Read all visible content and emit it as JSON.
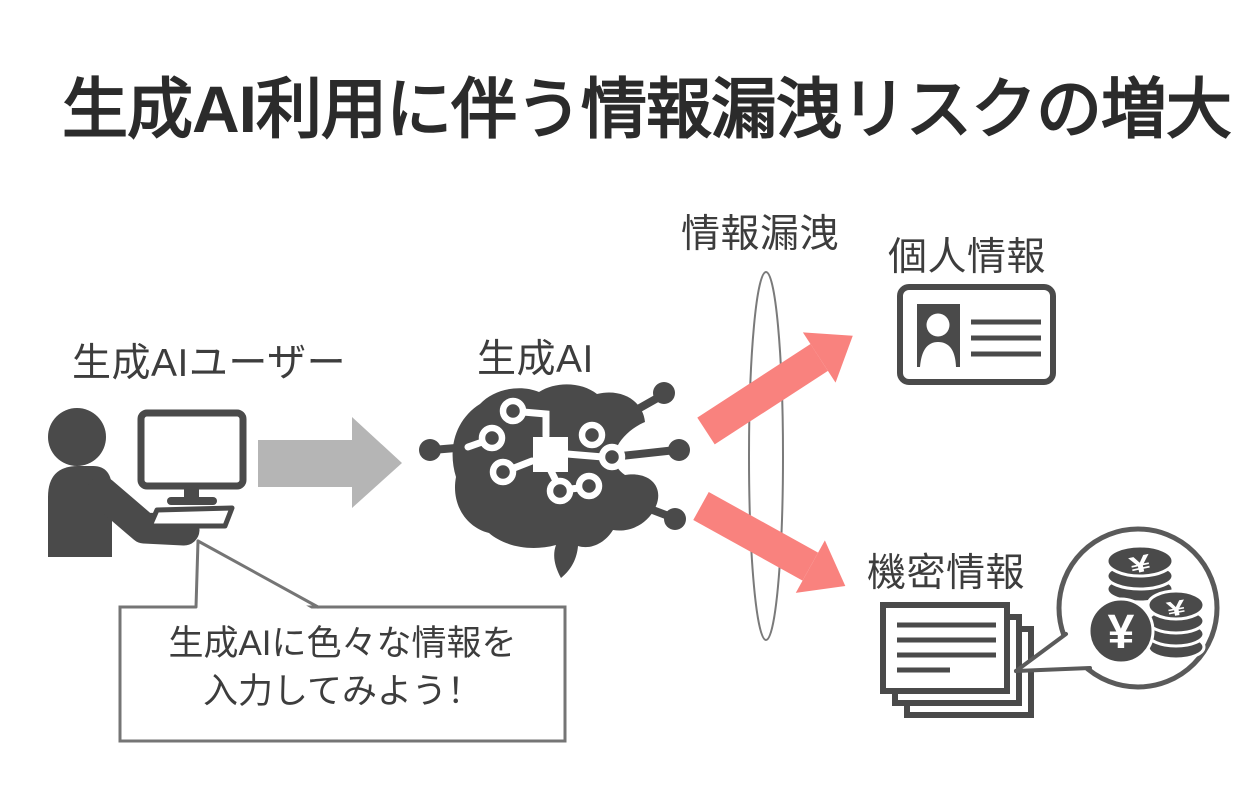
{
  "title": "生成AI利用に伴う情報漏洩リスクの増大",
  "nodes": {
    "user_label": "生成AIユーザー",
    "ai_label": "生成AI",
    "leak_label": "情報漏洩",
    "personal_label": "個人情報",
    "confidential_label": "機密情報"
  },
  "speech_bubble": {
    "line1": "生成AIに色々な情報を",
    "line2": "入力してみよう！"
  },
  "icons": {
    "user": "person-at-computer-icon",
    "ai": "circuit-brain-icon",
    "flow": "right-block-arrow-icon",
    "leak_lens": "leak-ellipse",
    "personal": "id-card-icon",
    "confidential": "stacked-documents-icon",
    "money": "yen-coins-bubble-icon",
    "coin_symbol": "¥"
  },
  "colors": {
    "icon_dark": "#4a4a4a",
    "flow_arrow_gray": "#b5b5b5",
    "leak_arrow_pink": "#f9827e",
    "outline_gray": "#757575",
    "title_text": "#2b2b2b",
    "label_text": "#3d3d3d",
    "background": "#ffffff"
  }
}
